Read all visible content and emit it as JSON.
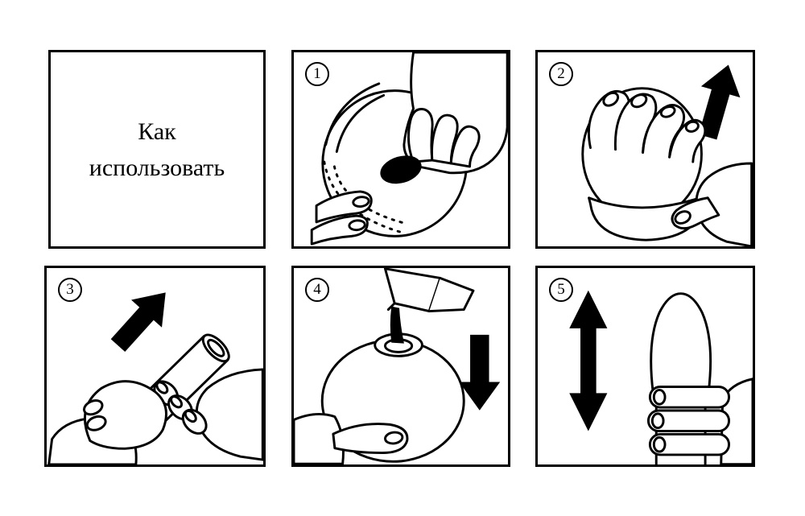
{
  "title": {
    "line1": "Как",
    "line2": "использовать"
  },
  "steps": [
    {
      "number": "1"
    },
    {
      "number": "2"
    },
    {
      "number": "3"
    },
    {
      "number": "4"
    },
    {
      "number": "5"
    }
  ],
  "colors": {
    "line": "#000000",
    "background": "#ffffff"
  }
}
